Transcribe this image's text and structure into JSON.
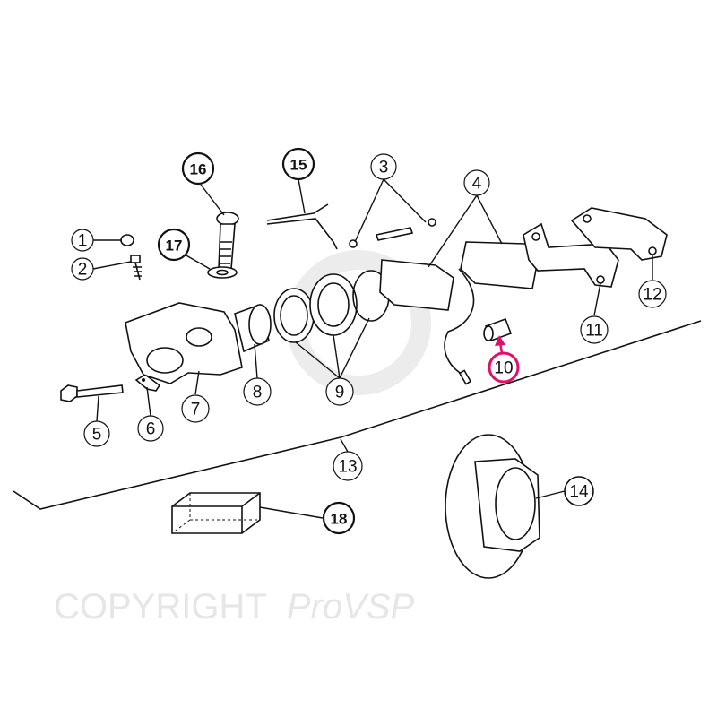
{
  "diagram": {
    "watermark": "COPYRIGHT ProVSP",
    "highlight_color": "#e0106a",
    "highlighted_part": "10",
    "callouts": [
      {
        "id": "c1",
        "label": "1"
      },
      {
        "id": "c2",
        "label": "2"
      },
      {
        "id": "c3",
        "label": "3"
      },
      {
        "id": "c4",
        "label": "4"
      },
      {
        "id": "c5",
        "label": "5"
      },
      {
        "id": "c6",
        "label": "6"
      },
      {
        "id": "c7",
        "label": "7"
      },
      {
        "id": "c8",
        "label": "8"
      },
      {
        "id": "c9",
        "label": "9"
      },
      {
        "id": "c10",
        "label": "10"
      },
      {
        "id": "c11",
        "label": "11"
      },
      {
        "id": "c12",
        "label": "12"
      },
      {
        "id": "c13",
        "label": "13"
      },
      {
        "id": "c14",
        "label": "14"
      },
      {
        "id": "c15",
        "label": "15"
      },
      {
        "id": "c16",
        "label": "16"
      },
      {
        "id": "c17",
        "label": "17"
      },
      {
        "id": "c18",
        "label": "18"
      }
    ]
  }
}
